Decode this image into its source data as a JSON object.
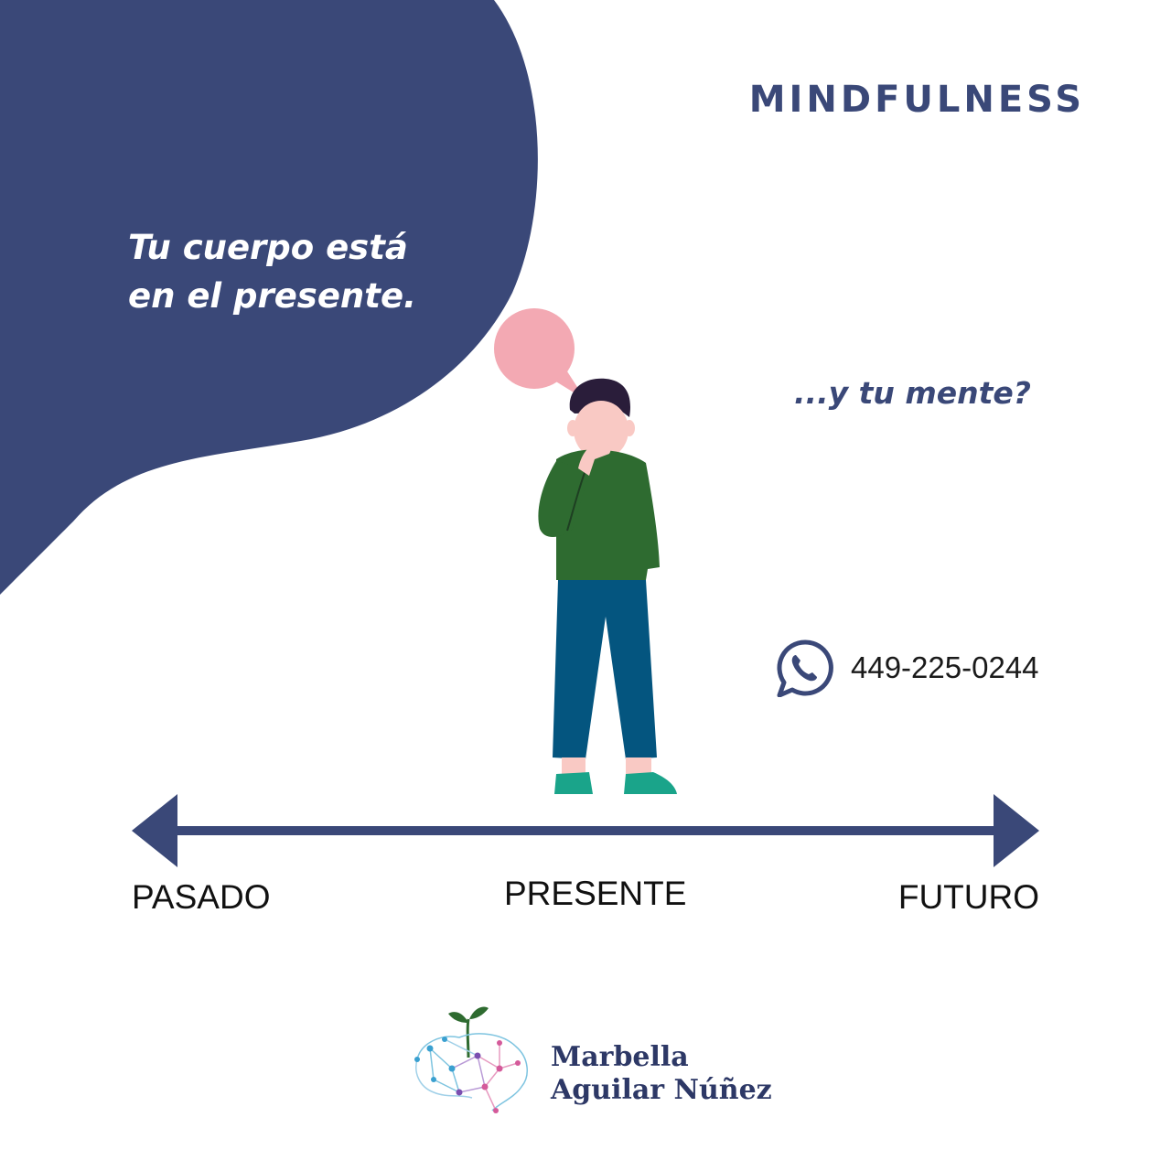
{
  "headline": "MINDFULNESS",
  "body": {
    "line1": "Tu cuerpo está",
    "line2": "en el presente."
  },
  "question": "...y tu mente?",
  "contact": {
    "icon": "whatsapp-icon",
    "phone": "449-225-0244"
  },
  "timeline": {
    "past": "PASADO",
    "present": "PRESENTE",
    "future": "FUTURO"
  },
  "brand": {
    "line1": "Marbella",
    "line2": "Aguilar Núñez"
  },
  "colors": {
    "navy": "#3a4878",
    "bubble": "#f3a9b3",
    "sweater": "#2e6b30",
    "pants": "#04557f",
    "shoes": "#1aa48a",
    "skin": "#f9c9c4",
    "hair": "#2a1d3a"
  }
}
